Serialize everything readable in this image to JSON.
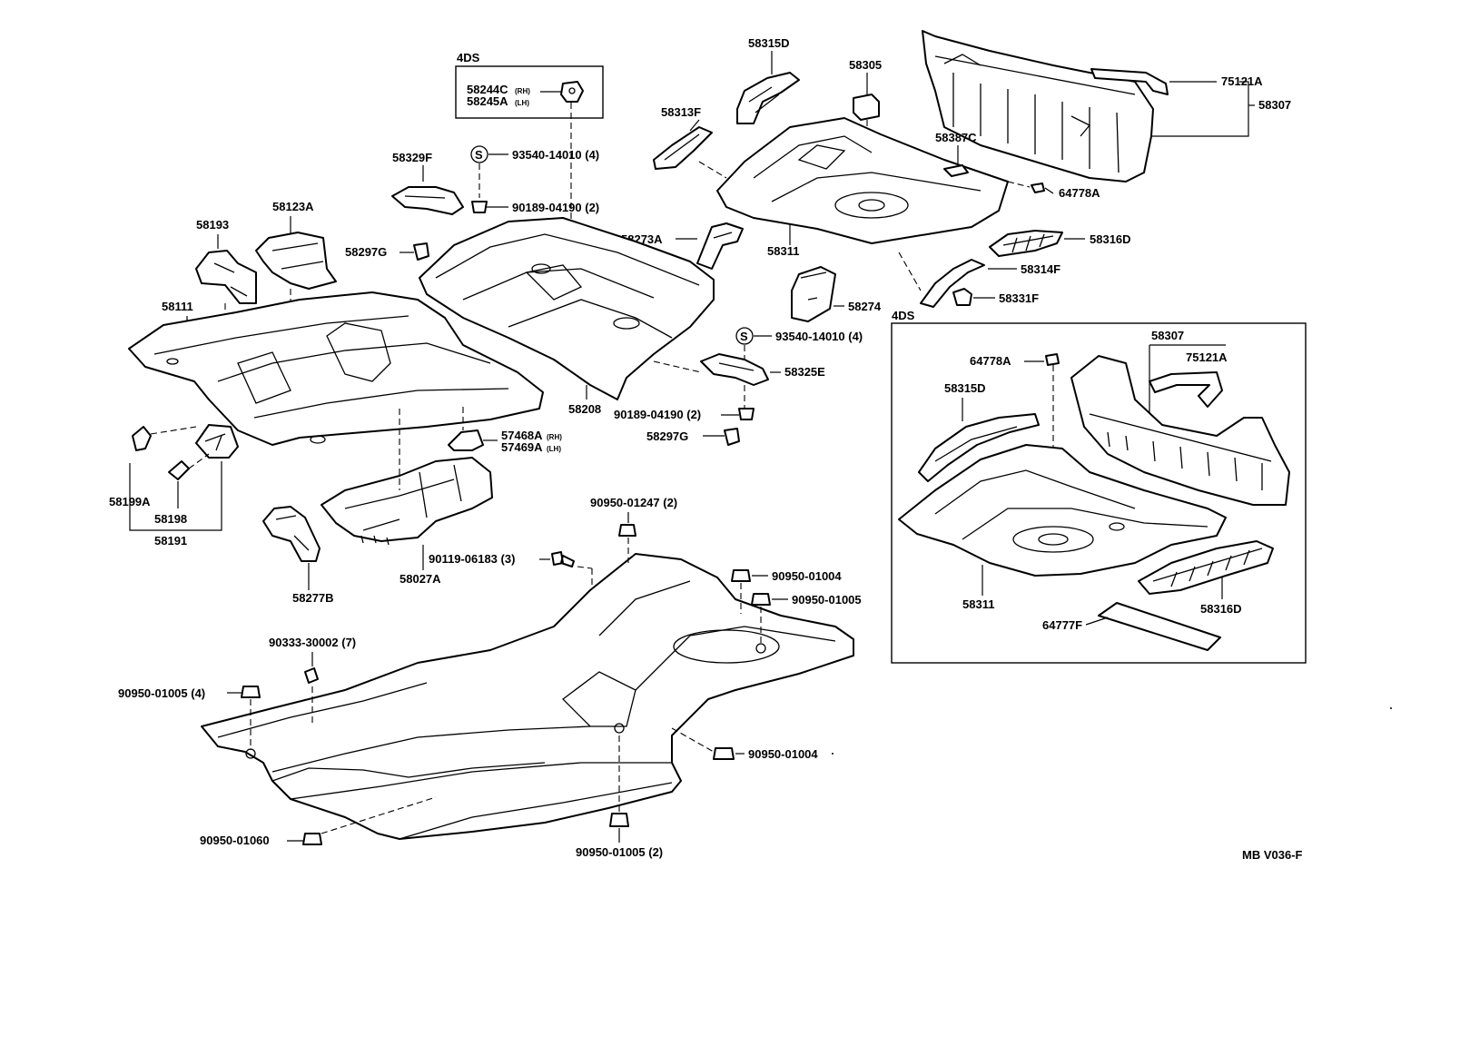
{
  "diagram": {
    "code": "MB V036-F",
    "inset_header": "4DS",
    "left_box_header": "4DS",
    "labels": {
      "p58244c": "58244C",
      "p58244c_side": "(RH)",
      "p58245a": "58245A",
      "p58245a_side": "(LH)",
      "p58315d_top": "58315D",
      "p58305": "58305",
      "p75121a_top": "75121A",
      "p58307_top": "58307",
      "p58313f": "58313F",
      "p58387c": "58387C",
      "p64778a_top": "64778A",
      "p93540_top": "93540-14010 (4)",
      "p58329f": "58329F",
      "p90189_top": "90189-04190 (2)",
      "p58123a": "58123A",
      "p58193": "58193",
      "p58297g_top": "58297G",
      "p58273a": "58273A",
      "p58311_top": "58311",
      "p58316d_top": "58316D",
      "p58314f": "58314F",
      "p58274": "58274",
      "p58331f": "58331F",
      "p58111": "58111",
      "p93540_mid": "93540-14010 (4)",
      "p58325e": "58325E",
      "p58208": "58208",
      "p90189_mid": "90189-04190 (2)",
      "p58297g_mid": "58297G",
      "p57468a": "57468A",
      "p57468a_side": "(RH)",
      "p57469a": "57469A",
      "p57469a_side": "(LH)",
      "p58199a": "58199A",
      "p58198": "58198",
      "p58191": "58191",
      "p58277b": "58277B",
      "p58027a": "58027A",
      "p90119": "90119-06183 (3)",
      "p90950_01247": "90950-01247 (2)",
      "p90950_01004_a": "90950-01004",
      "p90950_01005_a": "90950-01005",
      "p90333": "90333-30002 (7)",
      "p90950_01005_4": "90950-01005 (4)",
      "p90950_01004_b": "90950-01004",
      "p90950_01060": "90950-01060",
      "p90950_01005_2": "90950-01005 (2)",
      "p64778a_in": "64778A",
      "p58307_in": "58307",
      "p75121a_in": "75121A",
      "p58315d_in": "58315D",
      "p58311_in": "58311",
      "p58316d_in": "58316D",
      "p64777f": "64777F",
      "s_top": "S",
      "s_mid": "S"
    }
  }
}
